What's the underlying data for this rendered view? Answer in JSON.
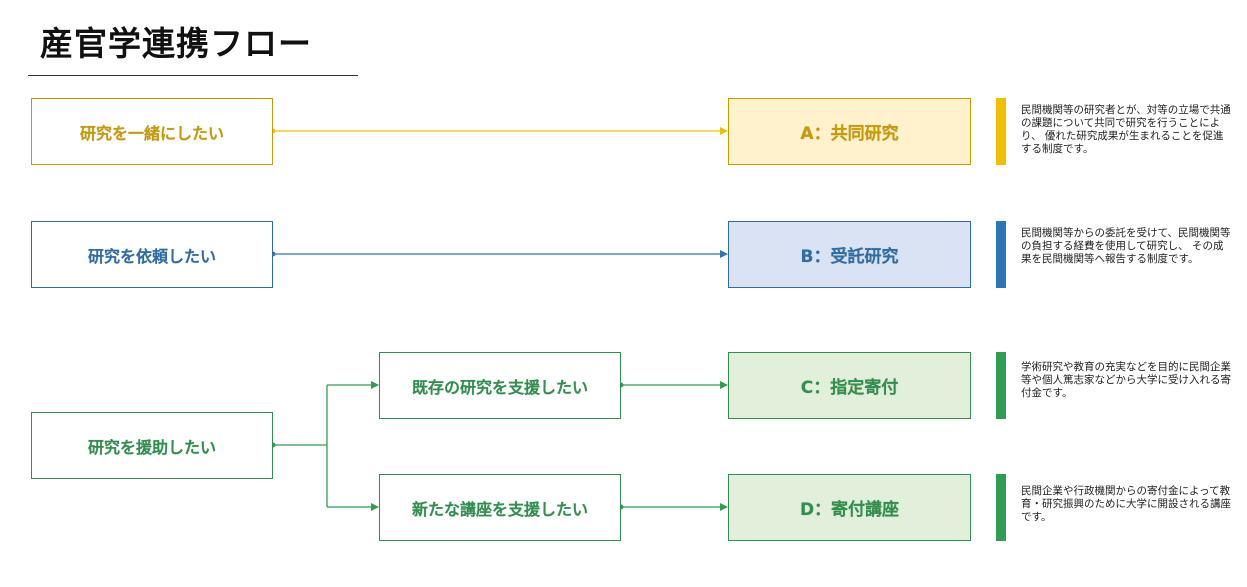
{
  "title": "産官学連携フロー",
  "colors": {
    "yellow": "#f0c000",
    "blue": "#2e75b6",
    "green": "#2f9e52"
  },
  "rows": {
    "a": {
      "source": "研究を一緒にしたい",
      "target": "A：共同研究",
      "description": "民間機関等の研究者とが、対等の立場で共通の課題について共同で研究を行うことにより、 優れた研究成果が生まれることを促進する制度です。"
    },
    "b": {
      "source": "研究を依頼したい",
      "target": "B：受託研究",
      "description": "民間機関等からの委託を受けて、民間機関等の負担する経費を使用して研究し、 その成果を民間機関等へ報告する制度です。"
    },
    "support": {
      "source": "研究を援助したい",
      "c": {
        "middle": "既存の研究を支援したい",
        "target": "C：指定寄付",
        "description": "学術研究や教育の充実などを目的に民間企業等や個人篤志家などから大学に受け入れる寄付金です。"
      },
      "d": {
        "middle": "新たな講座を支援したい",
        "target": "D：寄付講座",
        "description": "民間企業や行政機関からの寄付金によって教育・研究振興のために大学に開設される講座です。"
      }
    }
  }
}
